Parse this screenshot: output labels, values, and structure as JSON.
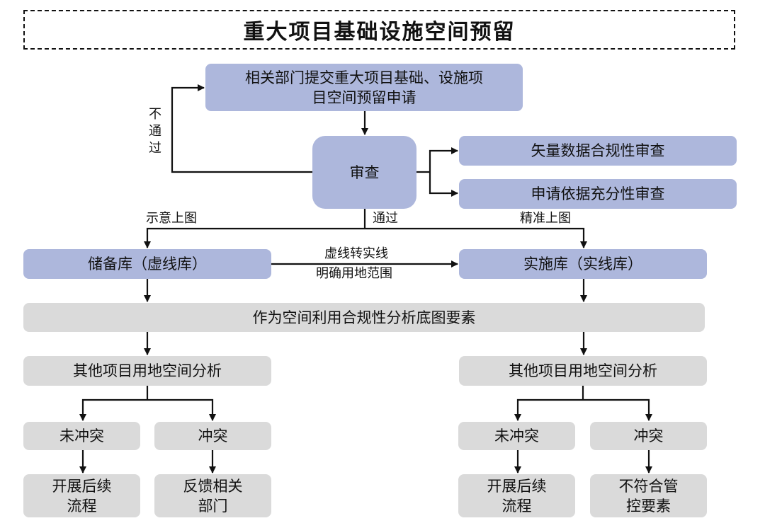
{
  "title": "重大项目基础设施空间预留",
  "colors": {
    "primary_box": "#adb7dc",
    "secondary_box": "#dadada",
    "line": "#111111"
  },
  "nodes": {
    "submit": {
      "line1": "相关部门提交重大项目基础、设施项",
      "line2": "目空间预留申请"
    },
    "review": "审查",
    "review_vector": "矢量数据合规性审查",
    "review_basis": "申请依据充分性审查",
    "reserve_lib": "储备库（虚线库）",
    "impl_lib": "实施库（实线库）",
    "base_map": "作为空间利用合规性分析底图要素",
    "left": {
      "analysis": "其他项目用地空间分析",
      "no_conflict": "未冲突",
      "conflict": "冲突",
      "no_conflict_result": {
        "line1": "开展后续",
        "line2": "流程"
      },
      "conflict_result": {
        "line1": "反馈相关",
        "line2": "部门"
      }
    },
    "right": {
      "analysis": "其他项目用地空间分析",
      "no_conflict": "未冲突",
      "conflict": "冲突",
      "no_conflict_result": {
        "line1": "开展后续",
        "line2": "流程"
      },
      "conflict_result": {
        "line1": "不符合管",
        "line2": "控要素"
      }
    }
  },
  "edge_labels": {
    "fail": [
      "不",
      "通",
      "过"
    ],
    "pass": "通过",
    "schematic": "示意上图",
    "precise": "精准上图",
    "convert_line1": "虚线转实线",
    "convert_line2": "明确用地范围"
  }
}
